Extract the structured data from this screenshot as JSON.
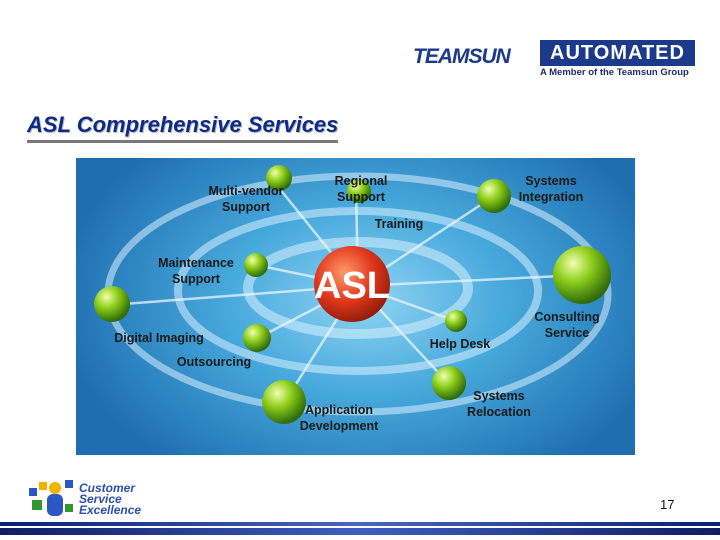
{
  "header": {
    "logo_teamsun": "TEAMSUN",
    "logo_automated": "AUTOMATED",
    "logo_tagline": "A Member of the Teamsun Group"
  },
  "title": "ASL Comprehensive Services",
  "diagram": {
    "center_label": "ASL",
    "nodes": [
      {
        "label": "Multi-vendor\nSupport"
      },
      {
        "label": "Regional\nSupport"
      },
      {
        "label": "Systems\nIntegration"
      },
      {
        "label": "Training"
      },
      {
        "label": "Maintenance\nSupport"
      },
      {
        "label": "Digital Imaging"
      },
      {
        "label": "Help Desk"
      },
      {
        "label": "Consulting\nService"
      },
      {
        "label": "Outsourcing"
      },
      {
        "label": "Application\nDevelopment"
      },
      {
        "label": "Systems\nRelocation"
      }
    ]
  },
  "footer": {
    "logo_text": "Customer\nService\nExcellence",
    "page_number": "17"
  },
  "colors": {
    "title": "#0d2a8a",
    "brand_blue": "#1b3a8c",
    "center_red": "#e0361b",
    "sphere_green": "#7fc41f"
  }
}
